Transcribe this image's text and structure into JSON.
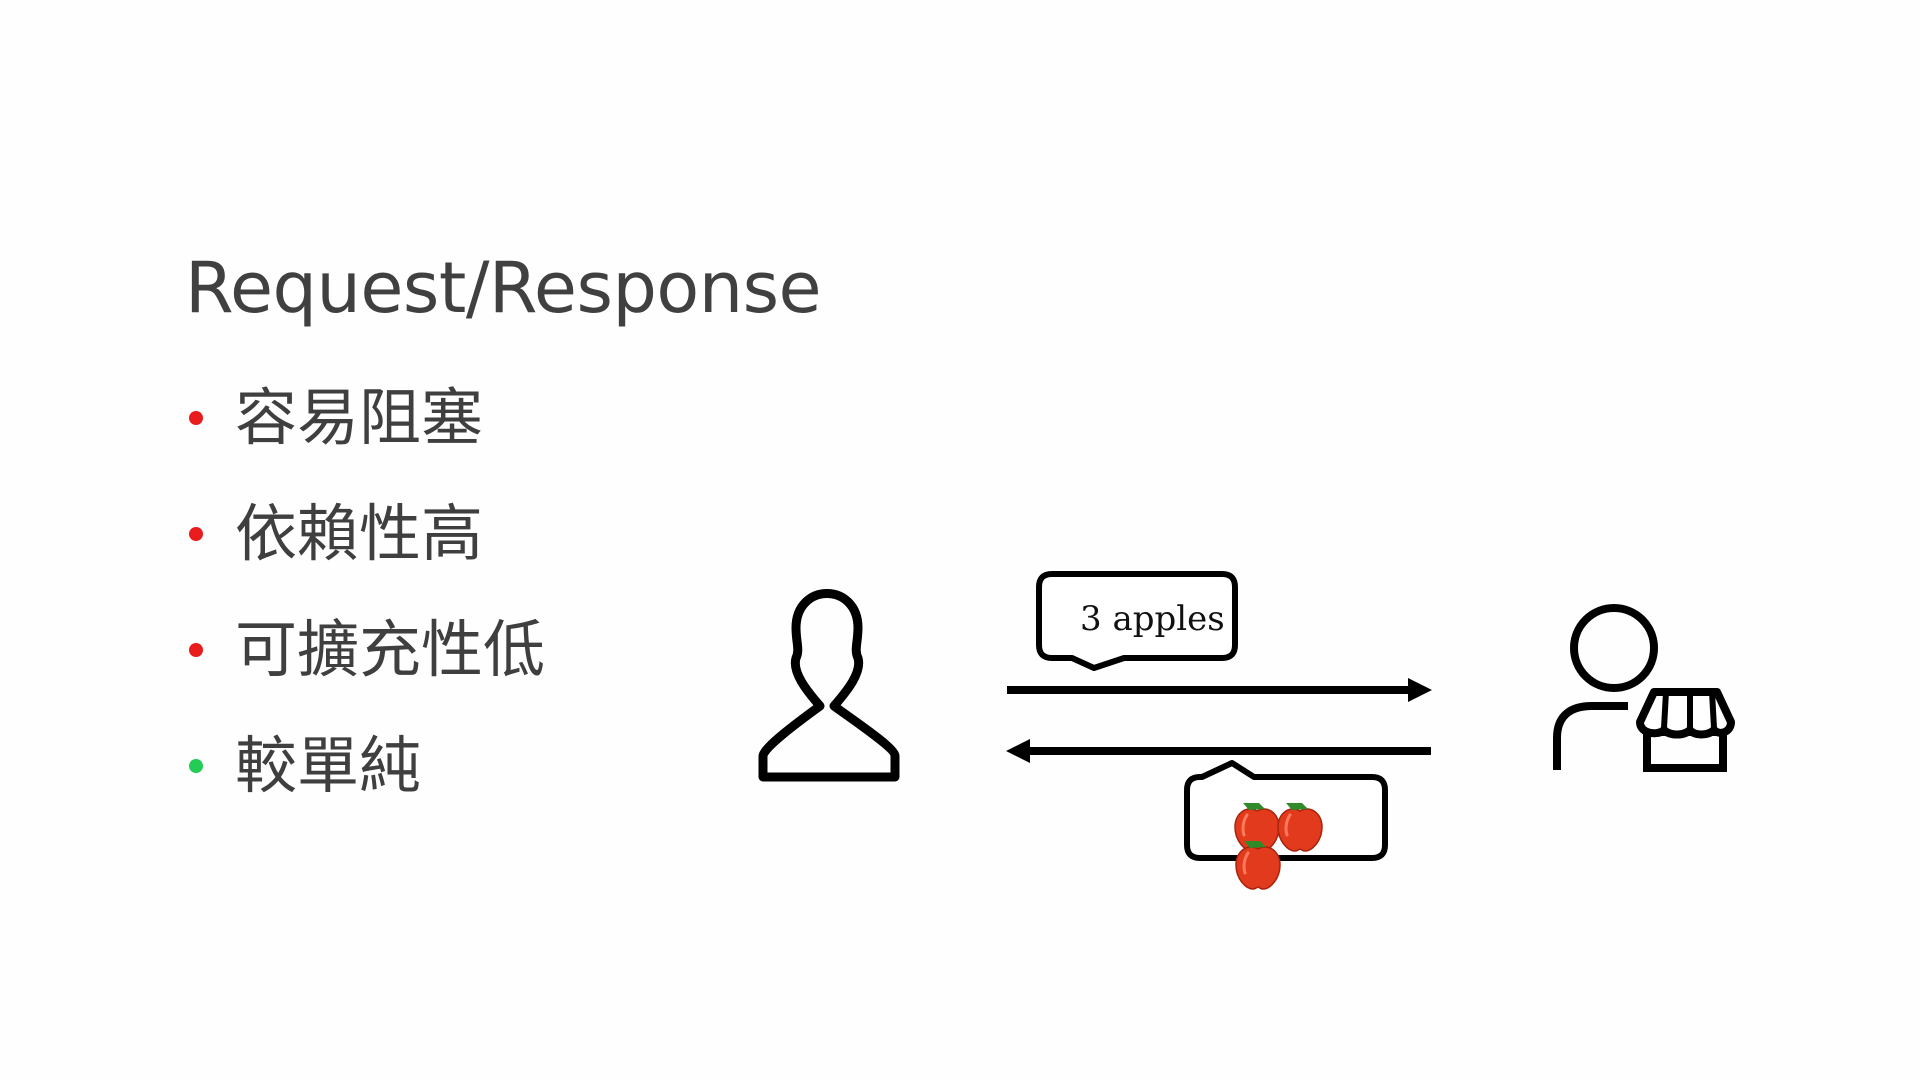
{
  "slide": {
    "title": "Request/Response",
    "bullets": [
      {
        "text": "容易阻塞",
        "dot_color": "#e81c1c"
      },
      {
        "text": "依賴性高",
        "dot_color": "#e81c1c"
      },
      {
        "text": "可擴充性低",
        "dot_color": "#e81c1c"
      },
      {
        "text": "較單純",
        "dot_color": "#22cc55"
      }
    ]
  },
  "diagram": {
    "client_icon": "person-outline-icon",
    "shop_icon": "shopkeeper-store-icon",
    "request_bubble_text": "3 apples",
    "response_bubble_icon": "apples-icon",
    "response_apple_count": 3,
    "colors": {
      "stroke": "#000000",
      "apple_red": "#e23a1c",
      "apple_leaf": "#2f8a2a"
    }
  }
}
